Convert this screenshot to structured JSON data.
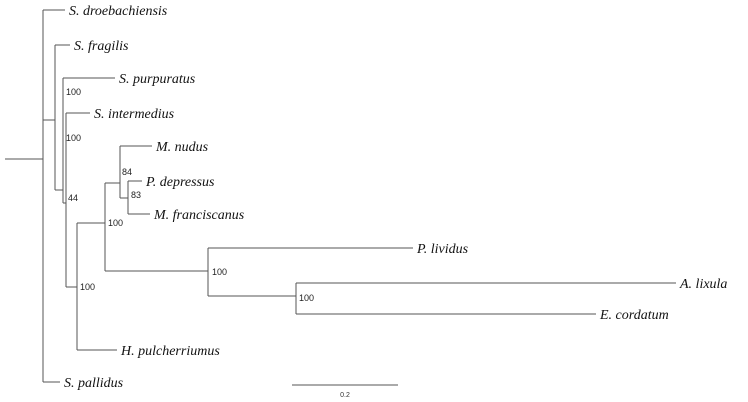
{
  "tree": {
    "taxa": {
      "s_droebachiensis": "S. droebachiensis",
      "s_fragilis": "S. fragilis",
      "s_purpuratus": "S. purpuratus",
      "s_intermedius": "S. intermedius",
      "m_nudus": "M. nudus",
      "p_depressus": "P. depressus",
      "m_franciscanus": "M. franciscanus",
      "p_lividus": "P. lividus",
      "a_lixula": "A. lixula",
      "e_cordatum": "E. cordatum",
      "h_pulcherriumus": "H. pulcherriumus",
      "s_pallidus": "S. pallidus"
    },
    "support": {
      "n_purpuratus": "100",
      "n_intermedius": "100",
      "n_44": "44",
      "n_84": "84",
      "n_83": "83",
      "n_mf_clade": "100",
      "n_lividus": "100",
      "n_lixula": "100",
      "n_hpulch": "100"
    },
    "scale_bar": {
      "label": "0.2"
    }
  }
}
